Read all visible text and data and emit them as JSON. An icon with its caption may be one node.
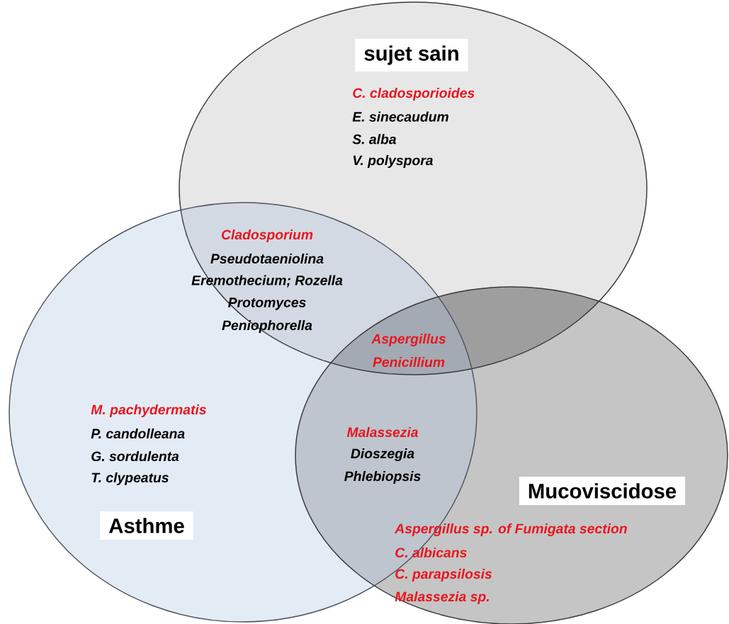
{
  "diagram": {
    "nodes": [
      {
        "text": [
          "sujet sain",
          "C. cladosporioides",
          "E. sinecaudum",
          "S. alba",
          "V. polyspora"
        ]
      },
      {
        "text": [
          "M. pachydermatis",
          "P. candolleana",
          "G. sordulenta",
          "T. clypeatus",
          "Asthme"
        ]
      },
      {
        "text": [
          "Mucoviscidose",
          "Aspergillus sp. of Fumigata section",
          "C. albicans",
          "C. parapsilosis",
          "Malassezia sp."
        ]
      }
    ],
    "labels": [
      "Cladosporium",
      "Pseudotaeniolina",
      "Eremothecium; Rozella",
      "Protomyces",
      "Peniophorella",
      "Aspergillus",
      "Penicillium",
      "Malassezia",
      "Dioszegia",
      "Phlebiopsis"
    ]
  }
}
